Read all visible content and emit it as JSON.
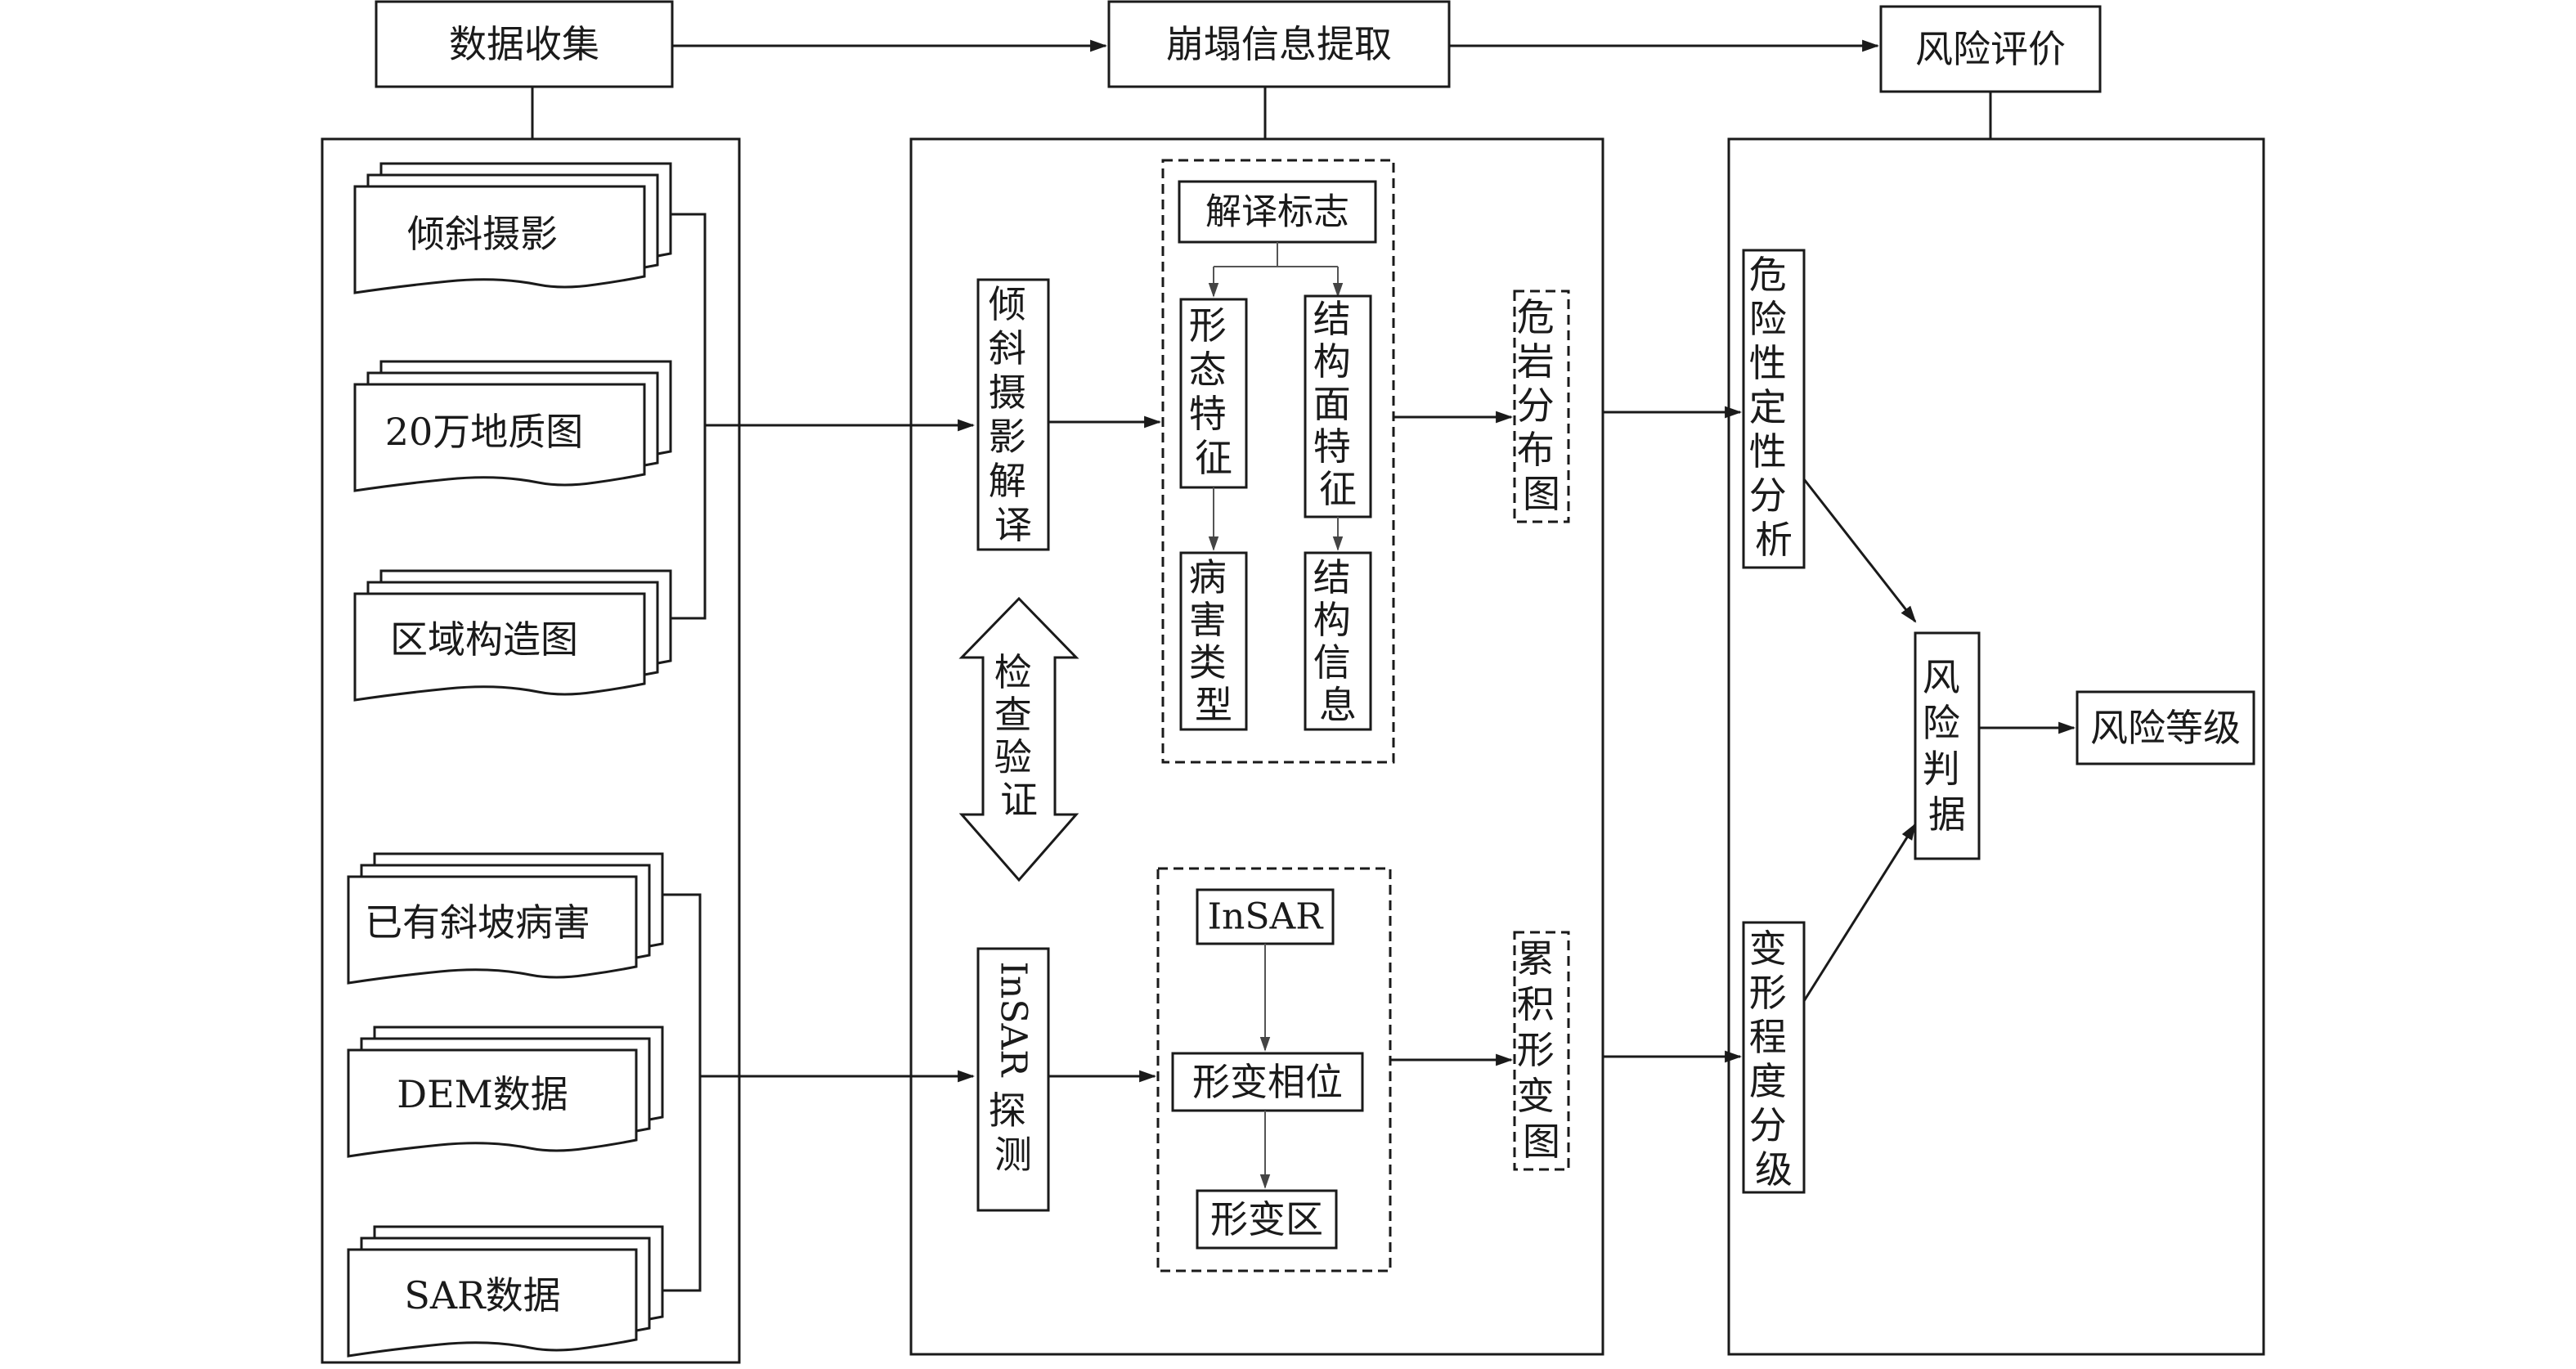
{
  "stages": {
    "data_collection": "数据收集",
    "collapse_extraction": "崩塌信息提取",
    "risk_evaluation": "风险评价"
  },
  "inputs": {
    "oblique_photo": "倾斜摄影",
    "geologic_map": "20万地质图",
    "regional_structure": "区域构造图",
    "existing_hazards": "已有斜坡病害",
    "dem_data": "DEM数据",
    "sar_data": "SAR数据"
  },
  "extraction": {
    "oblique_interpretation": "倾斜摄影解译",
    "check_verify": "检查验证",
    "insar_detect": "InSAR探测",
    "insar_detect_lines": [
      "InSAR",
      "探测"
    ],
    "interpretation_mark": "解译标志",
    "morphology": "形态特征",
    "structural_plane": "结构面特征",
    "hazard_type": "病害类型",
    "structure_info": "结构信息",
    "insar": "InSAR",
    "deformation_phase": "形变相位",
    "deformation_zone": "形变区",
    "dangerous_rock_map": "危岩分布图",
    "cumulative_deformation_map": "累积形变图"
  },
  "evaluation": {
    "hazard_qualitative": "危险性定性分析",
    "deformation_grading": "变形程度分级",
    "risk_criteria": "风险判据",
    "risk_level": "风险等级"
  }
}
